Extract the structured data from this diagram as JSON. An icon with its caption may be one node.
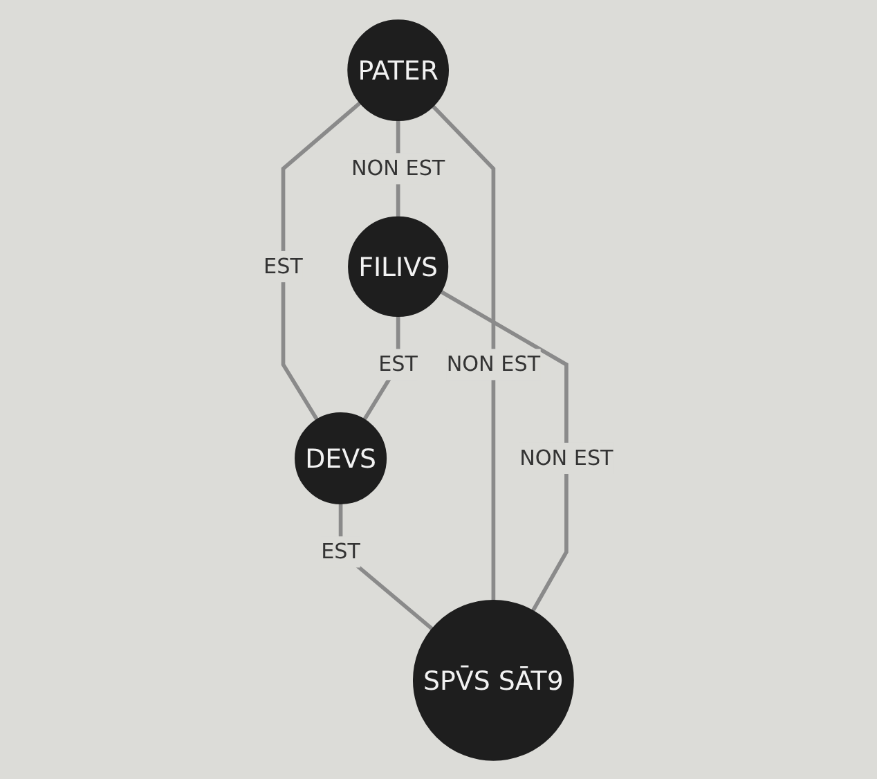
{
  "diagram": {
    "nodes": [
      {
        "text": [
          "PATER"
        ]
      },
      {
        "text": [
          "FILIVS"
        ]
      },
      {
        "text": [
          "DEVS"
        ]
      },
      {
        "text": [
          "SPV̄S SĀT9"
        ]
      }
    ],
    "edges": [
      {
        "from": 0,
        "to": 1,
        "arrow": "none",
        "label": "NON EST"
      },
      {
        "from": 0,
        "to": 2,
        "arrow": "none",
        "label": "EST"
      },
      {
        "from": 1,
        "to": 2,
        "arrow": "none",
        "label": "EST"
      },
      {
        "from": 2,
        "to": 3,
        "arrow": "none",
        "label": "EST"
      },
      {
        "from": 0,
        "to": 3,
        "arrow": "none",
        "label": "NON EST"
      },
      {
        "from": 1,
        "to": 3,
        "arrow": "none",
        "label": "NON EST"
      }
    ]
  }
}
